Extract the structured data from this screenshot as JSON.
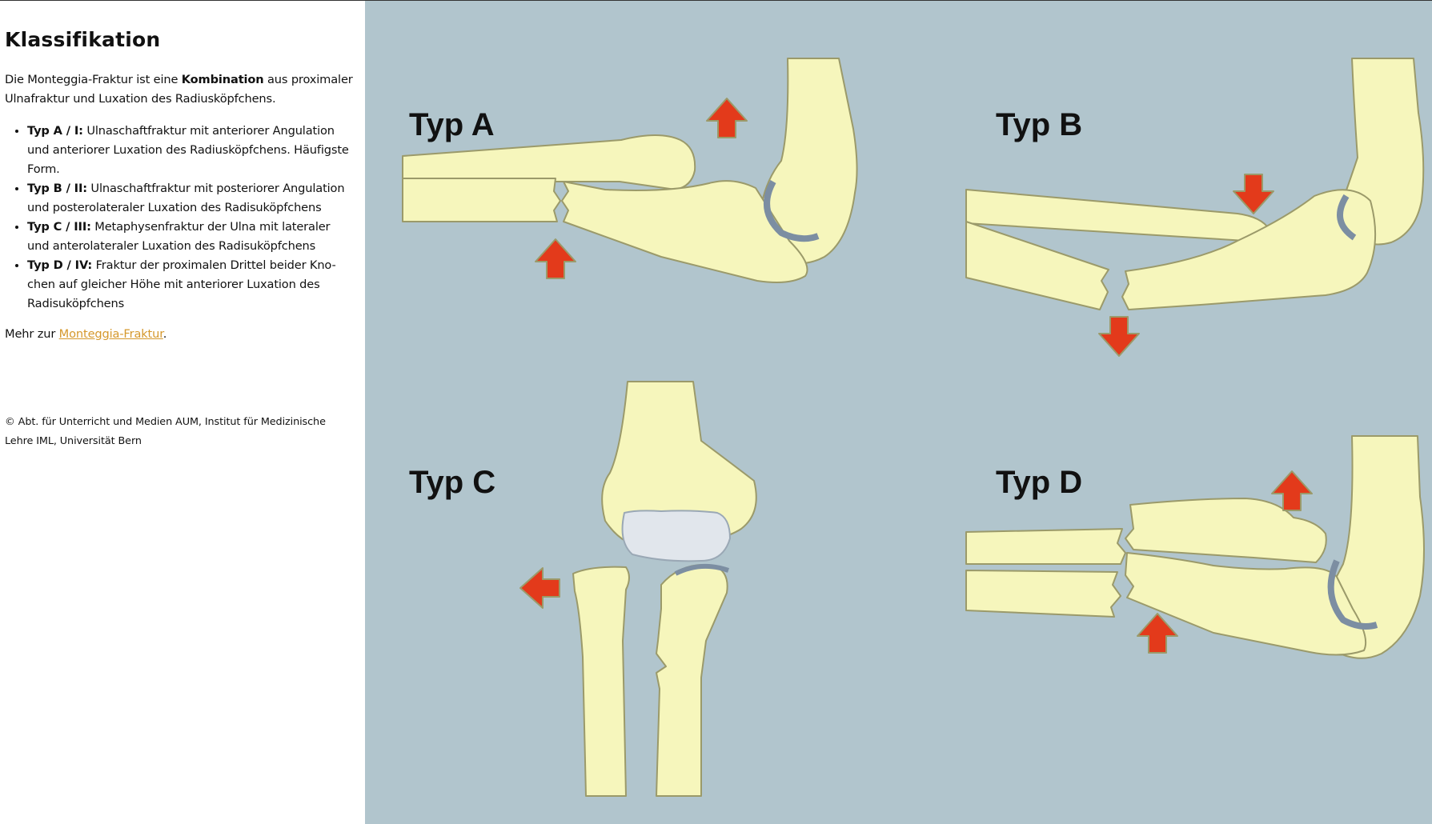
{
  "sidebar": {
    "heading": "Klassifikation",
    "intro_before": "Die Monteggia-Fraktur ist eine ",
    "intro_bold": "Kombination",
    "intro_after": " aus proximaler Ulnafraktur und Luxation des Radiusköpfchens.",
    "types": [
      {
        "label": "Typ A / I:",
        "text": " Ulnaschaftfraktur mit anteriorer Angulation und anteriorer Luxation des Radiusköpfchens. Häufigste Form."
      },
      {
        "label": "Typ B / II:",
        "text": " Ulnaschaftfraktur mit posteriorer Angulation und posterolateraler Luxation des Radisuköpfchens"
      },
      {
        "label": "Typ C / III:",
        "text": " Metaphysenfraktur der Ulna mit lateraler und anterolateraler Luxation des Radisuköpfchens"
      },
      {
        "label": "Typ D / IV:",
        "text": " Fraktur der proximalen Drittel beider Kno-chen auf gleicher Höhe mit anteriorer Luxation des Radisuköpfchens"
      }
    ],
    "more_prefix": "Mehr zur ",
    "more_link": "Monteggia-Fraktur",
    "more_suffix": ".",
    "copyright": "© Abt. für Unterricht und Medien AUM, Institut für Medizinische Lehre IML, Universität Bern"
  },
  "figure": {
    "labels": {
      "a": "Typ A",
      "b": "Typ B",
      "c": "Typ C",
      "d": "Typ D"
    },
    "colors": {
      "background": "#b1c5cd",
      "bone": "#f6f6bc",
      "bone_outline": "#9b9a6a",
      "cartilage": "#7c8ea2",
      "arrow": "#e33a1b",
      "link": "#d5982c"
    }
  }
}
